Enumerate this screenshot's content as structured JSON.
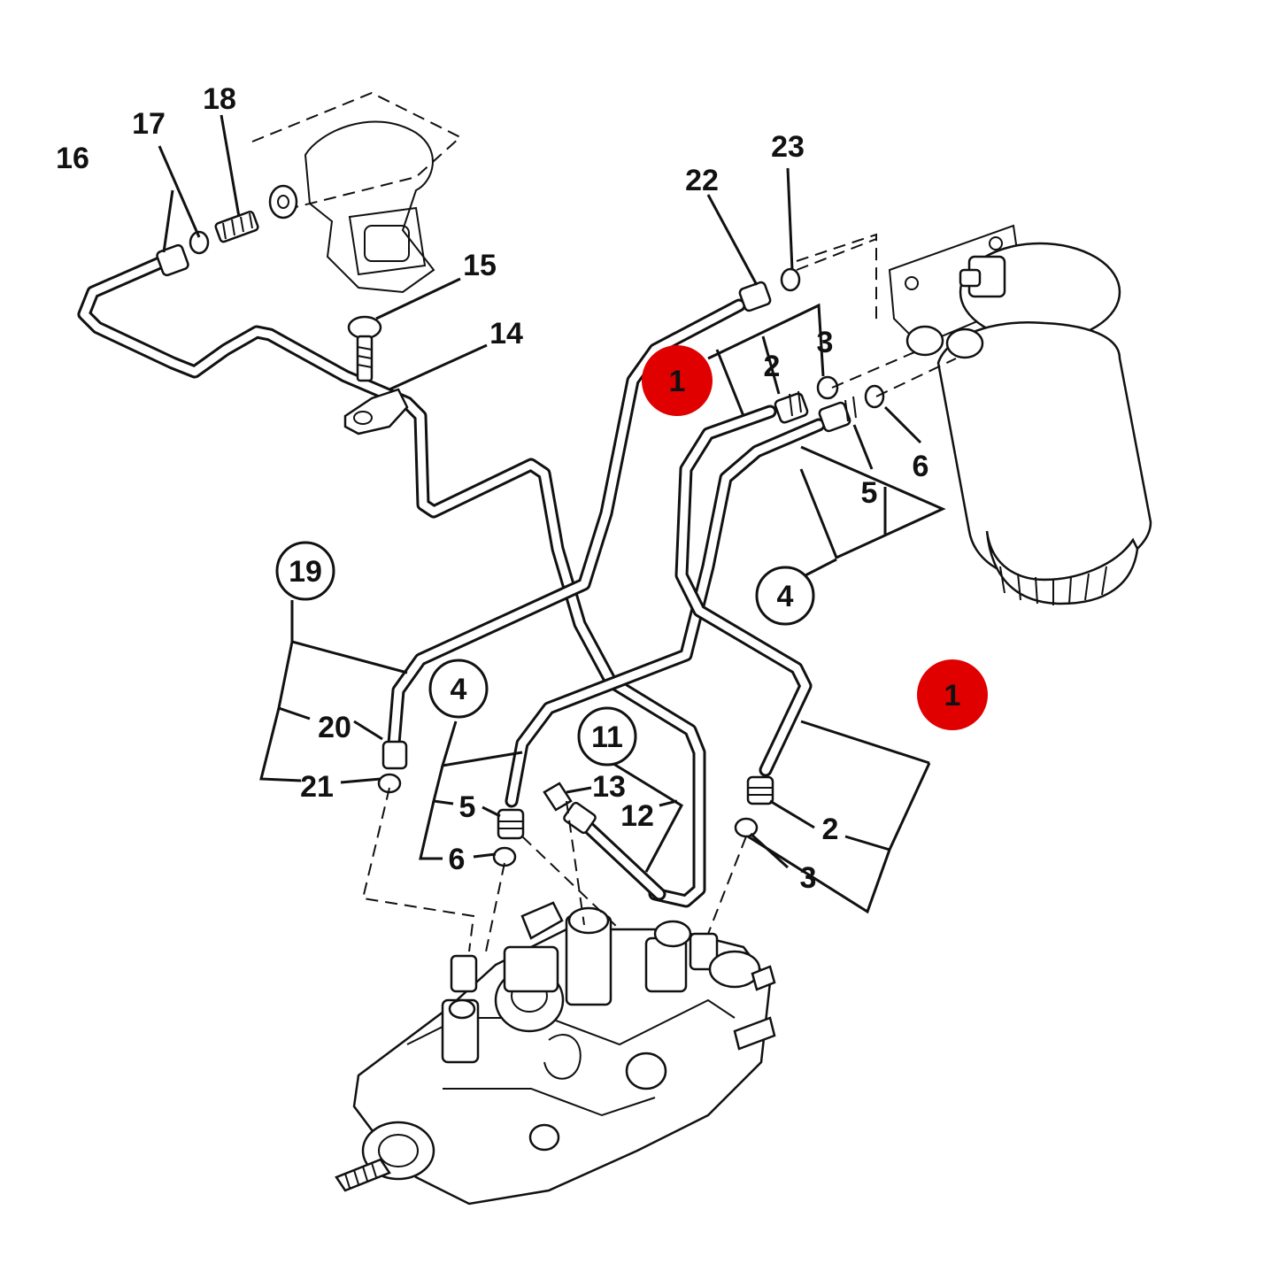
{
  "colors": {
    "highlight": "#e00000",
    "ink": "#111111",
    "background": "#ffffff"
  },
  "labels": {
    "l1a": "1",
    "l1b": "1",
    "l2a": "2",
    "l2b": "2",
    "l3a": "3",
    "l3b": "3",
    "l4a": "4",
    "l4b": "4",
    "l5a": "5",
    "l5b": "5",
    "l6a": "6",
    "l6b": "6",
    "l11": "11",
    "l12": "12",
    "l13": "13",
    "l14": "14",
    "l15": "15",
    "l16": "16",
    "l17": "17",
    "l18": "18",
    "l19": "19",
    "l20": "20",
    "l21": "21",
    "l22": "22",
    "l23": "23"
  }
}
